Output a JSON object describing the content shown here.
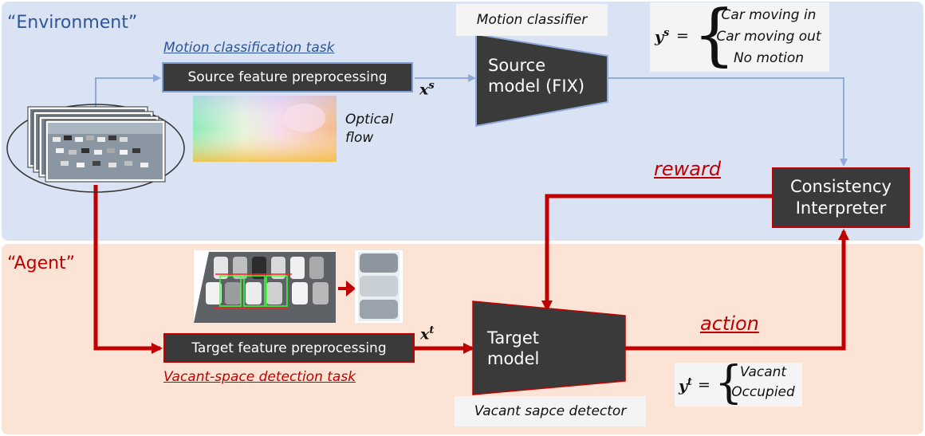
{
  "regions": {
    "environment": "“Environment”",
    "agent": "“Agent”"
  },
  "tasks": {
    "motion": "Motion classification task",
    "vacant": "Vacant-space detection task"
  },
  "boxes": {
    "source_prep": "Source feature preprocessing",
    "target_prep": "Target feature preprocessing",
    "motion_classifier": "Motion classifier",
    "vacant_detector": "Vacant sapce detector",
    "source_model": [
      "Source",
      "model (FIX)"
    ],
    "target_model": [
      "Target",
      "model"
    ],
    "consistency": [
      "Consistency",
      "Interpreter"
    ]
  },
  "flows": {
    "reward": "reward",
    "action": "action"
  },
  "optical_flow": [
    "Optical",
    "flow"
  ],
  "features": {
    "xs": {
      "base": "x",
      "sup": "s"
    },
    "xt": {
      "base": "x",
      "sup": "t"
    }
  },
  "outputs": {
    "ys": {
      "base": "y",
      "sup": "s",
      "equals": "=",
      "cases": [
        "Car moving in",
        "Car moving out",
        "No motion"
      ]
    },
    "yt": {
      "base": "y",
      "sup": "t",
      "equals": "=",
      "cases": [
        "Vacant",
        "Occupied"
      ]
    }
  },
  "colors": {
    "environment_bg": "#d9e3f3",
    "agent_bg": "#fbe4d6",
    "blue_arrow": "#8eabdc",
    "red_arrow": "#c00000",
    "dark_box": "#3a3a3a"
  }
}
